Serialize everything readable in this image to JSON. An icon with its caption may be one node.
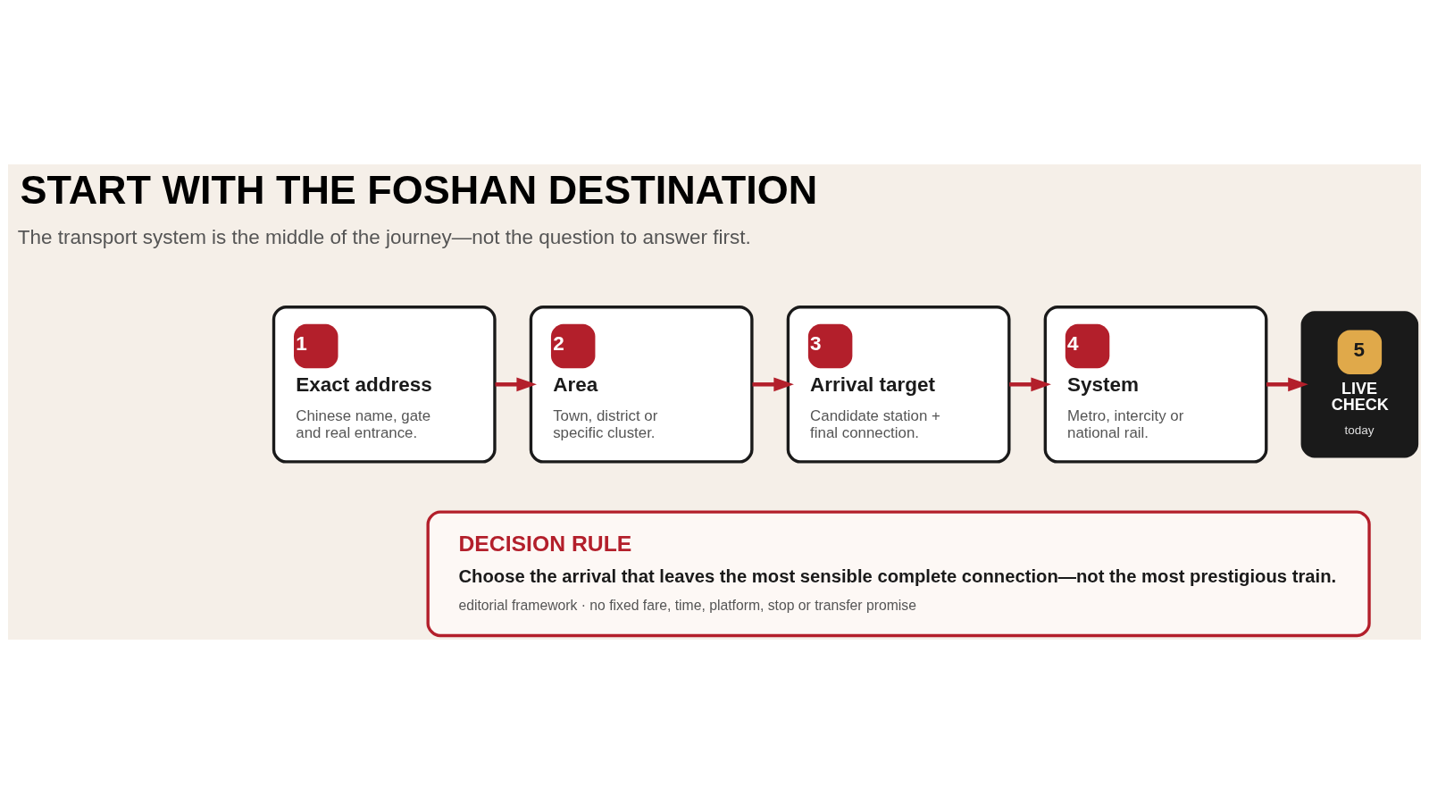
{
  "diagram": {
    "title": "START WITH THE FOSHAN DESTINATION",
    "nodes": [
      {
        "text": [
          "1",
          "Exact address",
          "Chinese name, gate and real entrance."
        ]
      },
      {
        "text": [
          "2",
          "Area",
          "Town, district or specific cluster."
        ]
      },
      {
        "text": [
          "3",
          "Arrival target",
          "Candidate station + final connection."
        ]
      },
      {
        "text": [
          "4",
          "System",
          "Metro, intercity or national rail."
        ]
      },
      {
        "text": [
          "5",
          "LIVE CHECK",
          "today"
        ]
      },
      {
        "text": [
          "DECISION RULE",
          "Choose the arrival that leaves the most sensible complete connection—not the most prestigious train.",
          "editorial framework · no fixed fare, time, platform, stop or transfer promise"
        ]
      }
    ],
    "edges": [
      {
        "from": 0,
        "to": 1,
        "arrow": "to"
      },
      {
        "from": 1,
        "to": 2,
        "arrow": "to"
      },
      {
        "from": 2,
        "to": 3,
        "arrow": "to"
      },
      {
        "from": 3,
        "to": 4,
        "arrow": "to"
      }
    ],
    "labels": [
      "The transport system is the middle of the journey—not the question to answer first."
    ]
  }
}
